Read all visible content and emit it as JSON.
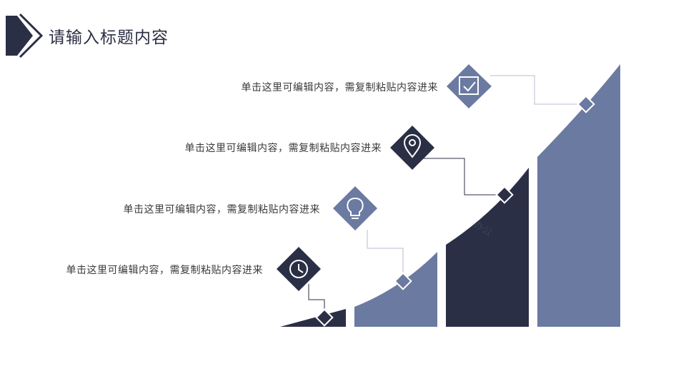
{
  "header": {
    "title": "请输入标题内容"
  },
  "items": [
    {
      "label": "单击这里可编辑内容，需复制粘贴内容进来",
      "icon": "checkbox-icon"
    },
    {
      "label": "单击这里可编辑内容，需复制粘贴内容进来",
      "icon": "location-pin-icon"
    },
    {
      "label": "单击这里可编辑内容，需复制粘贴内容进来",
      "icon": "lightbulb-icon"
    },
    {
      "label": "单击这里可编辑内容，需复制粘贴内容进来",
      "icon": "clock-icon"
    }
  ],
  "watermark": "办公",
  "colors": {
    "navy": "#2b2f45",
    "slate": "#6b7aa0",
    "connector": "#b8bdd0",
    "text": "#3a3a3a"
  }
}
